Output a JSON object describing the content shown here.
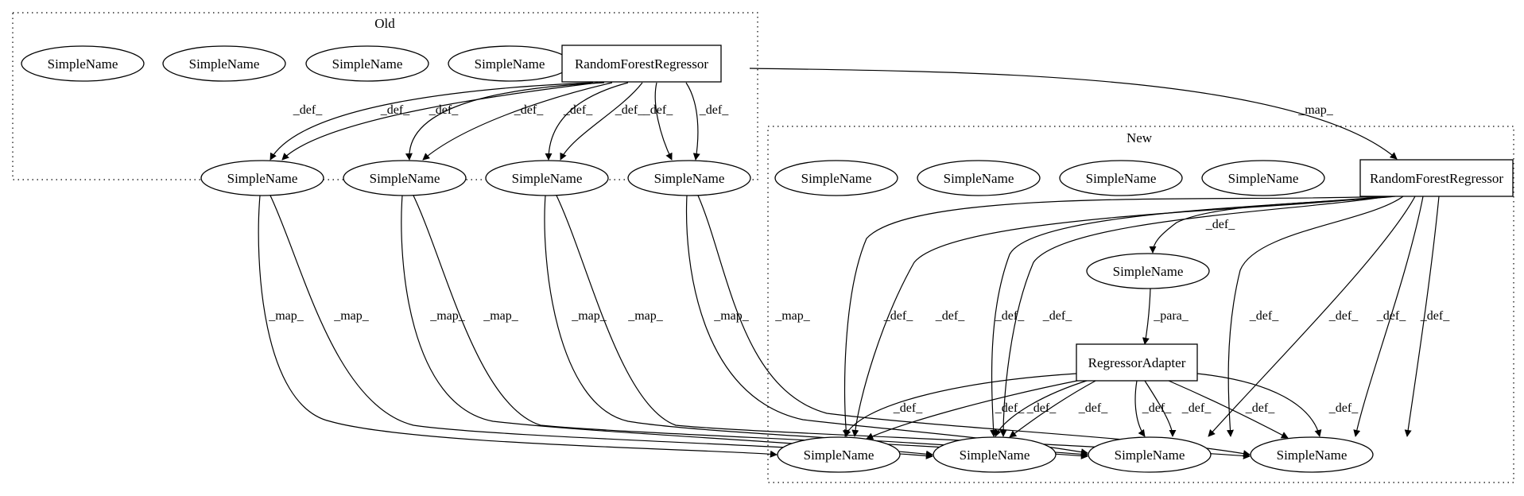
{
  "clusters": {
    "old": {
      "label": "Old"
    },
    "new": {
      "label": "New"
    }
  },
  "nodes": {
    "o_u1": {
      "label": "SimpleName",
      "shape": "ellipse"
    },
    "o_u2": {
      "label": "SimpleName",
      "shape": "ellipse"
    },
    "o_u3": {
      "label": "SimpleName",
      "shape": "ellipse"
    },
    "o_u4": {
      "label": "SimpleName",
      "shape": "ellipse"
    },
    "o_rfr": {
      "label": "RandomForestRegressor",
      "shape": "box"
    },
    "o_s1": {
      "label": "SimpleName",
      "shape": "ellipse"
    },
    "o_s2": {
      "label": "SimpleName",
      "shape": "ellipse"
    },
    "o_s3": {
      "label": "SimpleName",
      "shape": "ellipse"
    },
    "o_s4": {
      "label": "SimpleName",
      "shape": "ellipse"
    },
    "n_u1": {
      "label": "SimpleName",
      "shape": "ellipse"
    },
    "n_u2": {
      "label": "SimpleName",
      "shape": "ellipse"
    },
    "n_u3": {
      "label": "SimpleName",
      "shape": "ellipse"
    },
    "n_u4": {
      "label": "SimpleName",
      "shape": "ellipse"
    },
    "n_rfr": {
      "label": "RandomForestRegressor",
      "shape": "box"
    },
    "n_sm": {
      "label": "SimpleName",
      "shape": "ellipse"
    },
    "n_ra": {
      "label": "RegressorAdapter",
      "shape": "box"
    },
    "n_b1": {
      "label": "SimpleName",
      "shape": "ellipse"
    },
    "n_b2": {
      "label": "SimpleName",
      "shape": "ellipse"
    },
    "n_b3": {
      "label": "SimpleName",
      "shape": "ellipse"
    },
    "n_b4": {
      "label": "SimpleName",
      "shape": "ellipse"
    }
  },
  "edges": [
    {
      "from": "o_rfr",
      "to": "o_s1",
      "label": "_def_"
    },
    {
      "from": "o_rfr",
      "to": "o_s1",
      "label": "_def_"
    },
    {
      "from": "o_rfr",
      "to": "o_s2",
      "label": "_def_"
    },
    {
      "from": "o_rfr",
      "to": "o_s2",
      "label": "_def_"
    },
    {
      "from": "o_rfr",
      "to": "o_s3",
      "label": "_def_"
    },
    {
      "from": "o_rfr",
      "to": "o_s3",
      "label": "_def_"
    },
    {
      "from": "o_rfr",
      "to": "o_s4",
      "label": "_def_"
    },
    {
      "from": "o_rfr",
      "to": "o_s4",
      "label": "_def_"
    },
    {
      "from": "o_rfr",
      "to": "n_rfr",
      "label": "_map_"
    },
    {
      "from": "o_s1",
      "to": "n_b1",
      "label": "_map_"
    },
    {
      "from": "o_s1",
      "to": "n_b2",
      "label": "_map_"
    },
    {
      "from": "o_s2",
      "to": "n_b2",
      "label": "_map_"
    },
    {
      "from": "o_s2",
      "to": "n_b3",
      "label": "_map_"
    },
    {
      "from": "o_s3",
      "to": "n_b3",
      "label": "_map_"
    },
    {
      "from": "o_s3",
      "to": "n_b4",
      "label": "_map_"
    },
    {
      "from": "o_s4",
      "to": "n_b3",
      "label": "_map_"
    },
    {
      "from": "o_s4",
      "to": "n_b4",
      "label": "_map_"
    },
    {
      "from": "n_rfr",
      "to": "n_sm",
      "label": "_def_"
    },
    {
      "from": "n_rfr",
      "to": "n_b1",
      "label": "_def_"
    },
    {
      "from": "n_rfr",
      "to": "n_b1",
      "label": "_def_"
    },
    {
      "from": "n_rfr",
      "to": "n_b2",
      "label": "_def_"
    },
    {
      "from": "n_rfr",
      "to": "n_b2",
      "label": "_def_"
    },
    {
      "from": "n_rfr",
      "to": "n_b3",
      "label": "_def_"
    },
    {
      "from": "n_rfr",
      "to": "n_b3",
      "label": "_def_"
    },
    {
      "from": "n_rfr",
      "to": "n_b4",
      "label": "_def_"
    },
    {
      "from": "n_rfr",
      "to": "n_b4",
      "label": "_def_"
    },
    {
      "from": "n_sm",
      "to": "n_ra",
      "label": "_para_"
    },
    {
      "from": "n_ra",
      "to": "n_b1",
      "label": "_def_"
    },
    {
      "from": "n_ra",
      "to": "n_b1",
      "label": "_def_"
    },
    {
      "from": "n_ra",
      "to": "n_b2",
      "label": "_def_"
    },
    {
      "from": "n_ra",
      "to": "n_b2",
      "label": "_def_"
    },
    {
      "from": "n_ra",
      "to": "n_b3",
      "label": "_def_"
    },
    {
      "from": "n_ra",
      "to": "n_b3",
      "label": "_def_"
    },
    {
      "from": "n_ra",
      "to": "n_b4",
      "label": "_def_"
    },
    {
      "from": "n_ra",
      "to": "n_b4",
      "label": "_def_"
    }
  ]
}
